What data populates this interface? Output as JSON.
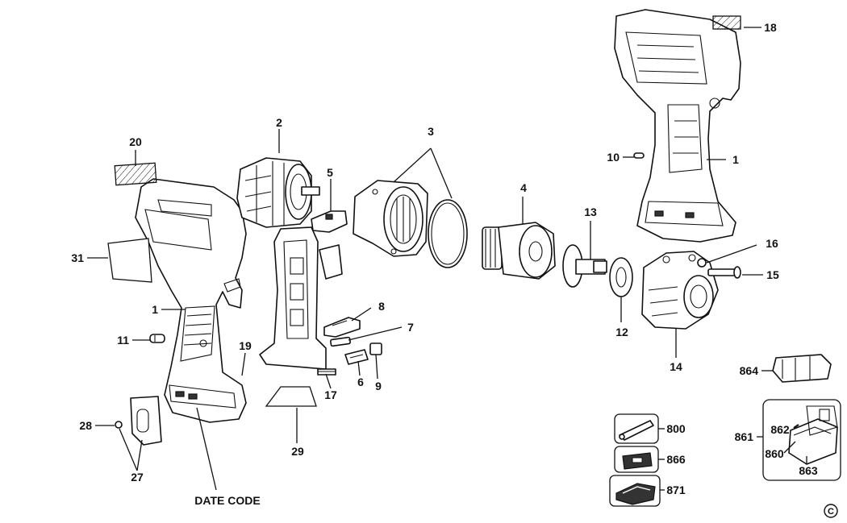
{
  "callouts": {
    "c1": "1",
    "c1b": "1",
    "c2": "2",
    "c3": "3",
    "c4": "4",
    "c5": "5",
    "c6": "6",
    "c7": "7",
    "c8": "8",
    "c9": "9",
    "c10": "10",
    "c11": "11",
    "c12": "12",
    "c13": "13",
    "c14": "14",
    "c15": "15",
    "c16": "16",
    "c17": "17",
    "c18": "18",
    "c19": "19",
    "c20": "20",
    "c27": "27",
    "c28": "28",
    "c29": "29",
    "c31": "31",
    "c800": "800",
    "c860": "860",
    "c861": "861",
    "c862": "862",
    "c863": "863",
    "c864": "864",
    "c866": "866",
    "c871": "871"
  },
  "date_code": "DATE CODE",
  "copyright": "C"
}
